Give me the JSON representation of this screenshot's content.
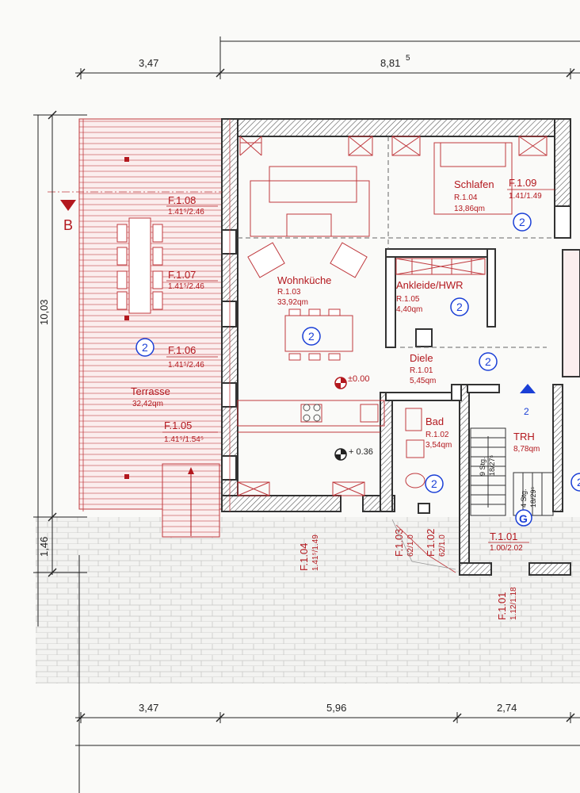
{
  "colors": {
    "red": "#b3181e",
    "blue": "#1a3fd6",
    "wall": "#333333",
    "ink": "#222222"
  },
  "dimensions": {
    "top_1": "3,47",
    "top_2": "8,81",
    "top_2_sup": "5",
    "left_1": "10,03",
    "left_2": "1,46",
    "bottom_1": "3,47",
    "bottom_2": "5,96",
    "bottom_3": "2,74"
  },
  "section_marker": "B",
  "elevations": {
    "main": "±0.00",
    "low": "+ 0.36"
  },
  "rooms": {
    "terrasse": {
      "name": "Terrasse",
      "area": "32,42qm"
    },
    "wohnkueche": {
      "name": "Wohnküche",
      "num": "R.1.03",
      "area": "33,92qm"
    },
    "schlafen": {
      "name": "Schlafen",
      "num": "R.1.04",
      "area": "13,86qm"
    },
    "ankleide": {
      "name": "Ankleide/HWR",
      "num": "R.1.05",
      "area": "4,40qm"
    },
    "diele": {
      "name": "Diele",
      "num": "R.1.01",
      "area": "5,45qm"
    },
    "bad": {
      "name": "Bad",
      "num": "R.1.02",
      "area": "3,54qm"
    },
    "trh": {
      "name": "TRH",
      "area": "8,78qm"
    }
  },
  "windows": {
    "f108": {
      "id": "F.1.08",
      "size": "1.41⁵/2.46"
    },
    "f107": {
      "id": "F.1.07",
      "size": "1.41⁵/2.46"
    },
    "f106": {
      "id": "F.1.06",
      "size": "1.41⁵/2.46"
    },
    "f105": {
      "id": "F.1.05",
      "size": "1.41⁵/1.54⁵"
    },
    "f109": {
      "id": "F.1.09",
      "size": "1.41/1.49"
    },
    "f104": {
      "id": "F.1.04",
      "size": "1.41⁵/1.49"
    },
    "f103": {
      "id": "F.1.03",
      "size": "62/1.0"
    },
    "f102": {
      "id": "F.1.02",
      "size": "62/1.0"
    },
    "f101": {
      "id": "F.1.01",
      "size": "1.12/1.18"
    }
  },
  "doors": {
    "t101": {
      "id": "T.1.01",
      "size": "1.00/2.02"
    }
  },
  "stairs": {
    "flight_1": {
      "steps": "9 Stg.",
      "ratio": "18/27⁵"
    },
    "flight_2": {
      "steps": "4 Stg.",
      "ratio": "18/29⁵"
    }
  },
  "markers": {
    "zone": "2",
    "entrance": "G",
    "section_view": "2"
  }
}
